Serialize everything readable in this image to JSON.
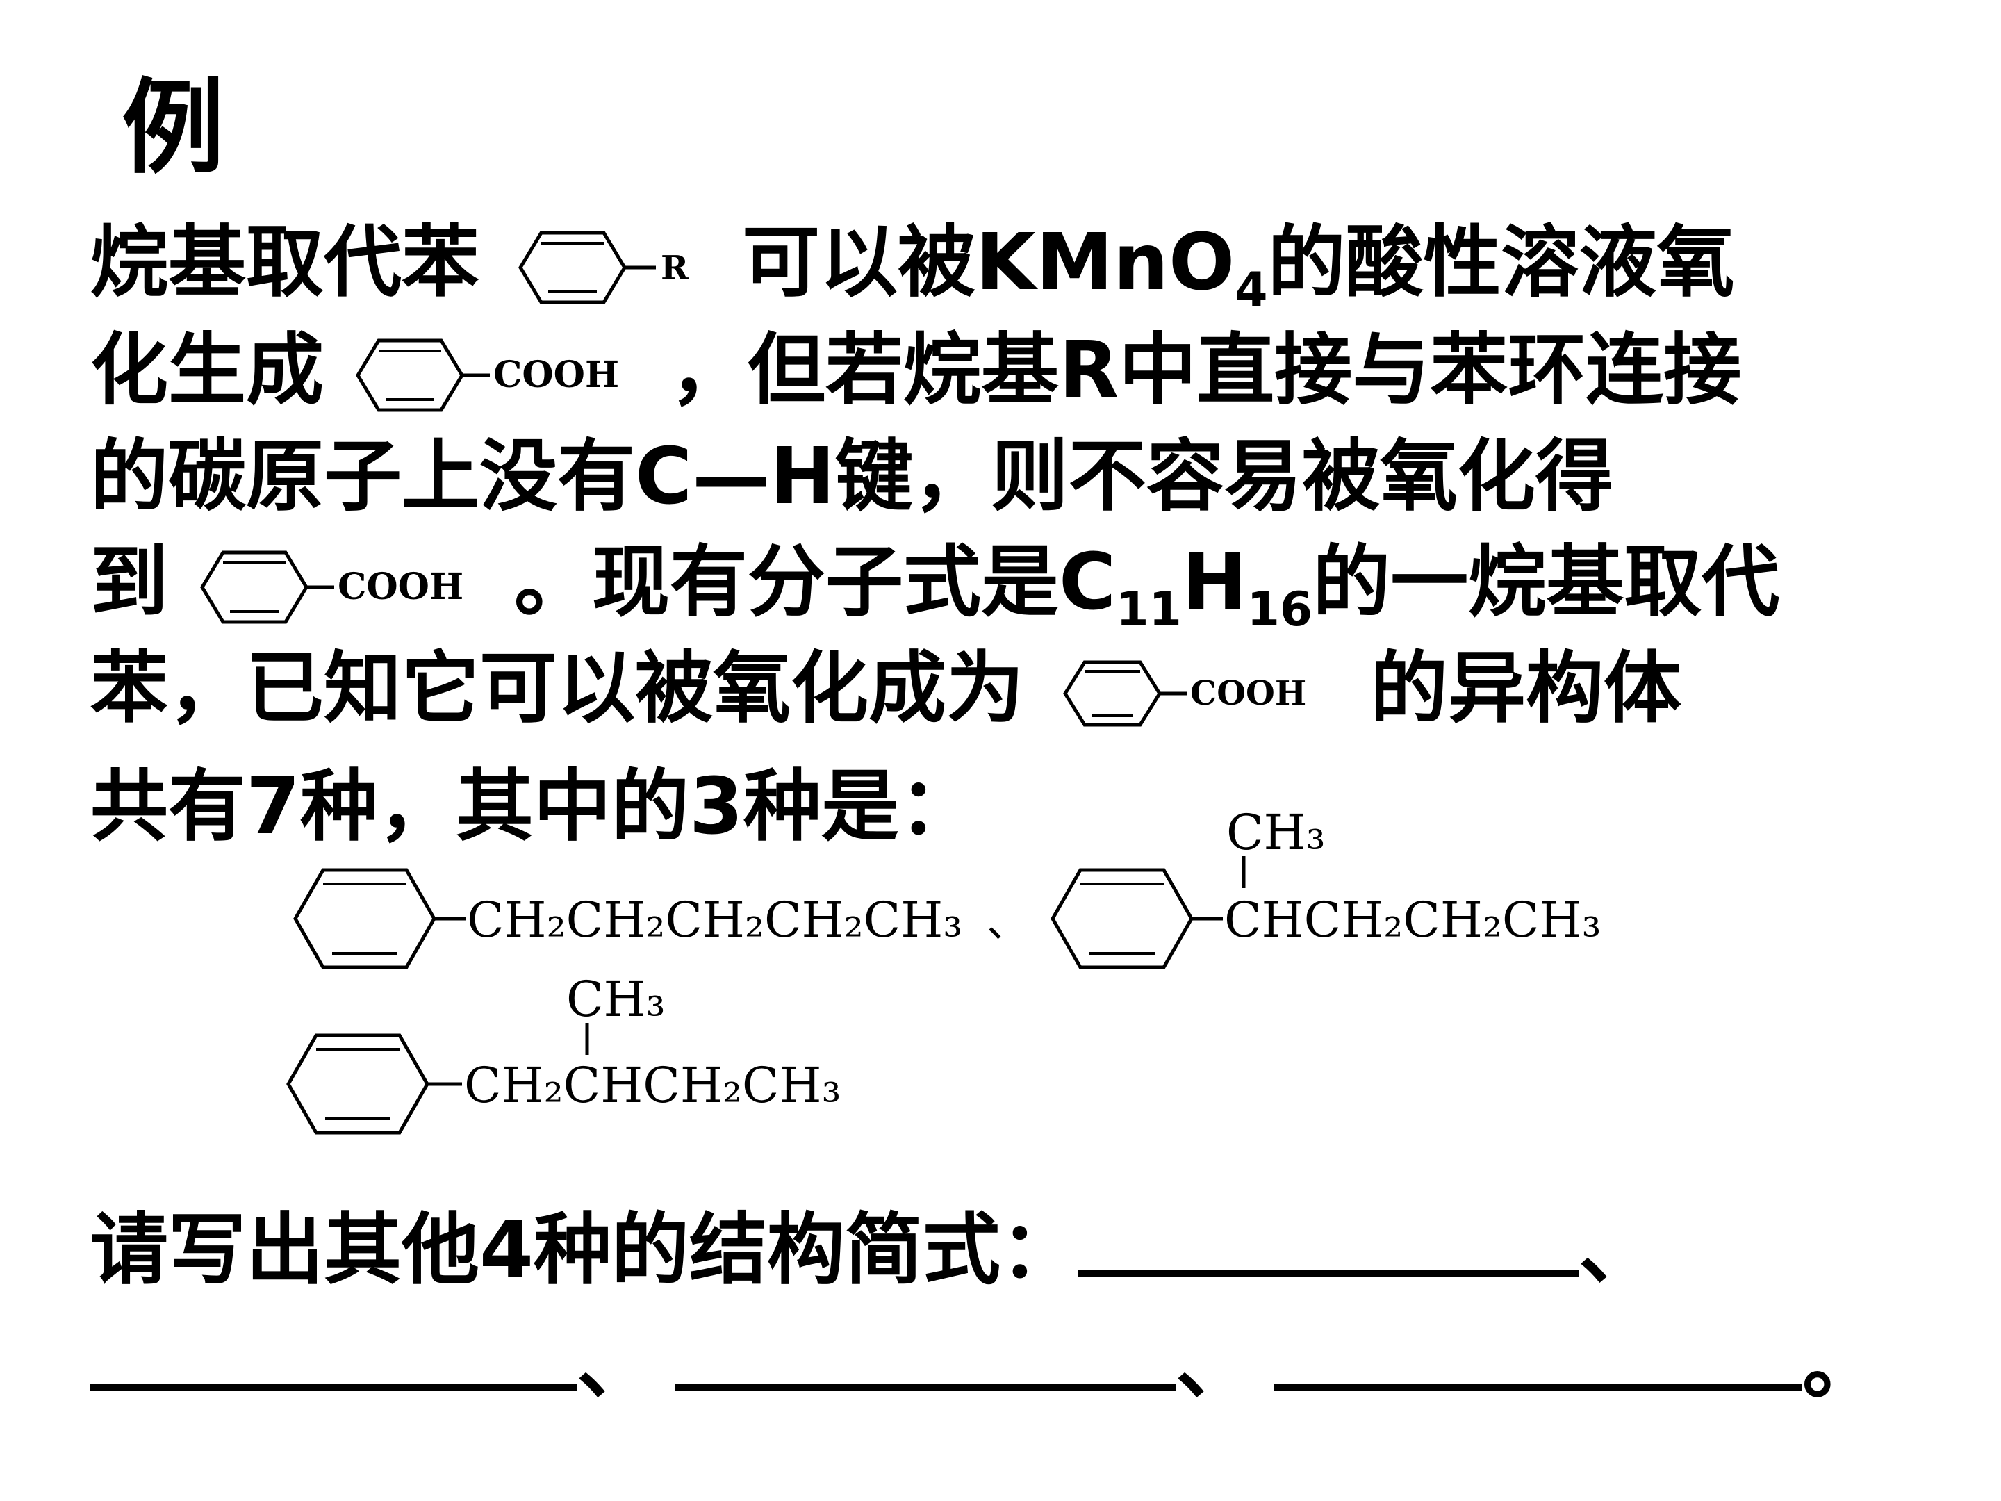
{
  "title": "例",
  "p1": {
    "a": "烷基取代苯",
    "ring_r": "R",
    "b": "可以被",
    "kmno": "KMnO",
    "kmno_sub": "4",
    "c": "的酸性溶液氧"
  },
  "p2": {
    "a": "化生成",
    "ring_cooh": "COOH",
    "b": "，但若烷基",
    "r": "R",
    "c": "中直接与苯环连接"
  },
  "p3": {
    "a": "的碳原子上没有",
    "ch": "C—H",
    "b": "键，则不容易被氧化得"
  },
  "p4": {
    "a": "到",
    "ring_cooh": "COOH",
    "b": "。现有分子式是",
    "c_sym": "C",
    "c_sub": "11",
    "h_sym": "H",
    "h_sub": "16",
    "c": "的一烷基取代"
  },
  "p5": {
    "a": "苯，已知它可以被氧化成为",
    "ring_cooh": "COOH",
    "b": "的异构体"
  },
  "p6": {
    "a": "共有",
    "n7": "7",
    "b": "种，其中的",
    "n3": "3",
    "c": "种是："
  },
  "structures": {
    "s1_chain": "CH₂CH₂CH₂CH₂CH₃",
    "sep": "、",
    "s2_branch": "CH₃",
    "s2_chain": "CHCH₂CH₂CH₃",
    "s3_branch": "CH₃",
    "s3_chain": "CH₂CHCH₂CH₃"
  },
  "q1": {
    "a": "请写出其他",
    "n4": "4",
    "b": "种的结构简式：",
    "sep": "、"
  },
  "q2": {
    "sep1": "、",
    "sep2": "、",
    "end": "。"
  }
}
